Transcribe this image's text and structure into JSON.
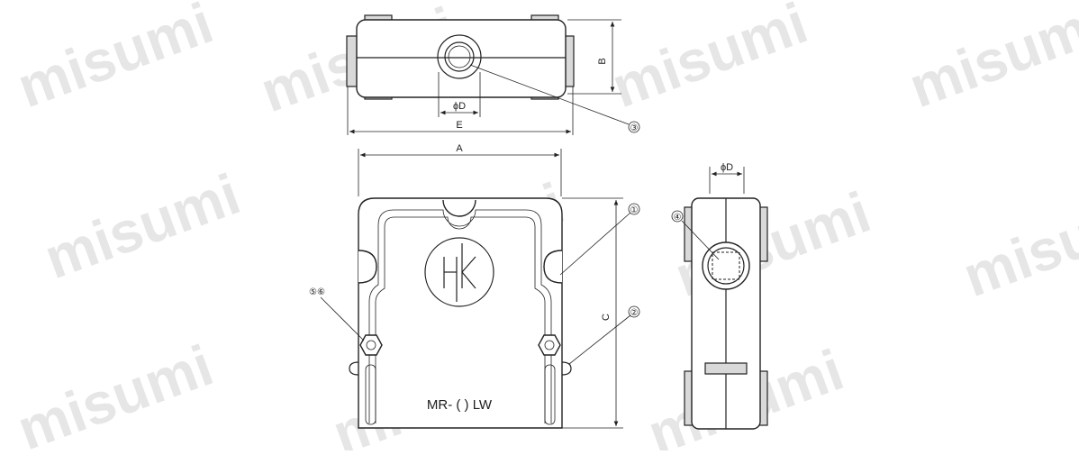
{
  "watermark": "misumi",
  "model_label": "MR- (  ) LW",
  "logo_text": "HK",
  "dimensions": {
    "a": "A",
    "b": "B",
    "c": "C",
    "e": "E",
    "d_top": "ϕD",
    "d_side": "ϕD"
  },
  "callouts": {
    "c1": "①",
    "c2": "②",
    "c3": "③",
    "c4": "④",
    "c56": "⑤⑥"
  }
}
